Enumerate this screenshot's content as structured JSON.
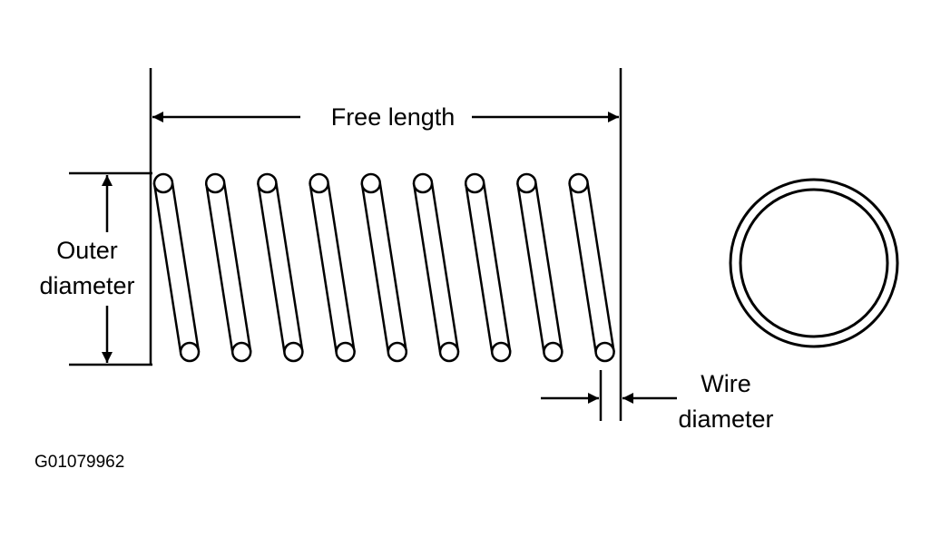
{
  "labels": {
    "free_length": "Free length",
    "outer_line1": "Outer",
    "outer_line2": "diameter",
    "wire_line1": "Wire",
    "wire_line2": "diameter",
    "figure_code": "G01079962"
  },
  "spring": {
    "coil_count": 9
  },
  "colors": {
    "ink": "#000000",
    "paper": "#ffffff"
  }
}
